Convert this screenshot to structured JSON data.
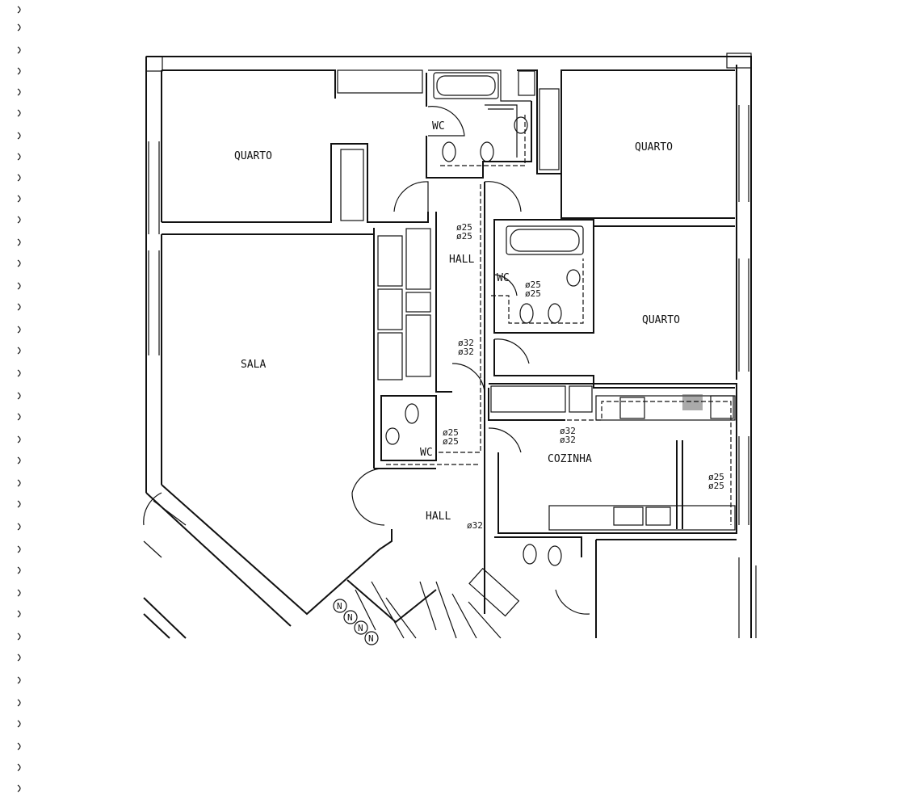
{
  "plan": {
    "rooms": [
      {
        "id": "quarto-1",
        "label": "QUARTO"
      },
      {
        "id": "quarto-2",
        "label": "QUARTO"
      },
      {
        "id": "quarto-3",
        "label": "QUARTO"
      },
      {
        "id": "sala",
        "label": "SALA"
      },
      {
        "id": "hall-1",
        "label": "HALL"
      },
      {
        "id": "hall-2",
        "label": "HALL"
      },
      {
        "id": "wc-1",
        "label": "WC"
      },
      {
        "id": "wc-2",
        "label": "WC"
      },
      {
        "id": "wc-3",
        "label": "WC"
      },
      {
        "id": "cozinha",
        "label": "COZINHA"
      }
    ],
    "pipes": [
      {
        "id": "p1a",
        "label": "ø25"
      },
      {
        "id": "p1b",
        "label": "ø25"
      },
      {
        "id": "p2a",
        "label": "ø25"
      },
      {
        "id": "p2b",
        "label": "ø25"
      },
      {
        "id": "p3a",
        "label": "ø32"
      },
      {
        "id": "p3b",
        "label": "ø32"
      },
      {
        "id": "p4a",
        "label": "ø25"
      },
      {
        "id": "p4b",
        "label": "ø25"
      },
      {
        "id": "p5a",
        "label": "ø32"
      },
      {
        "id": "p5b",
        "label": "ø32"
      },
      {
        "id": "p6a",
        "label": "ø25"
      },
      {
        "id": "p6b",
        "label": "ø25"
      },
      {
        "id": "p7",
        "label": "ø32"
      }
    ],
    "north_marks": [
      "N",
      "N",
      "N",
      "N"
    ]
  }
}
